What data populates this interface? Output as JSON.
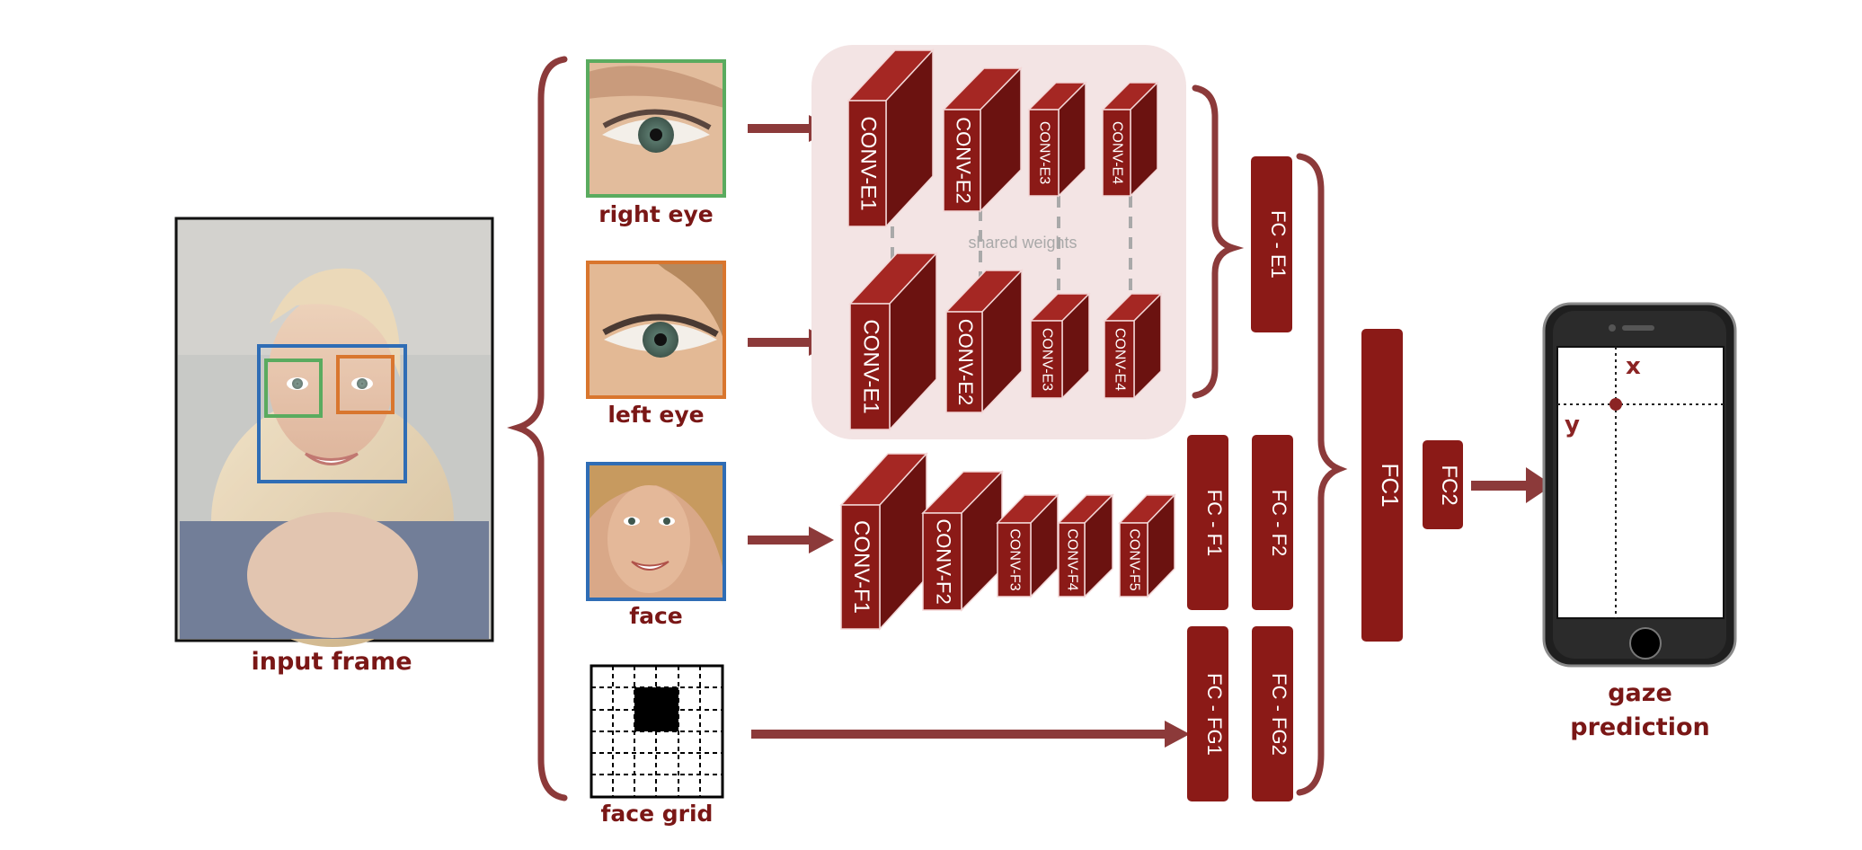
{
  "labels": {
    "input_frame": "input frame",
    "right_eye": "right eye",
    "left_eye": "left eye",
    "face": "face",
    "face_grid": "face grid",
    "gaze_prediction_1": "gaze",
    "gaze_prediction_2": "prediction",
    "shared_weights": "shared weights"
  },
  "eye_conv_top": [
    "CONV-E1",
    "CONV-E2",
    "CONV-E3",
    "CONV-E4"
  ],
  "eye_conv_bottom": [
    "CONV-E1",
    "CONV-E2",
    "CONV-E3",
    "CONV-E4"
  ],
  "face_conv": [
    "CONV-F1",
    "CONV-F2",
    "CONV-F3",
    "CONV-F4",
    "CONV-F5"
  ],
  "fc": {
    "fc_e1": "FC - E1",
    "fc_f1": "FC - F1",
    "fc_f2": "FC - F2",
    "fc_fg1": "FC - FG1",
    "fc_fg2": "FC - FG2",
    "fc1": "FC1",
    "fc2": "FC2"
  },
  "phone": {
    "x_label": "x",
    "y_label": "y"
  },
  "colors": {
    "block": "#8b1a17",
    "block_dark": "#6b1210",
    "label": "#7a1716",
    "arrow": "#8c3a3a",
    "brace": "#8c3a3a",
    "shared_panel": "#f3e4e4",
    "right_eye_box": "#5aab5f",
    "left_eye_box": "#d9762e",
    "face_box": "#2f6db5"
  }
}
